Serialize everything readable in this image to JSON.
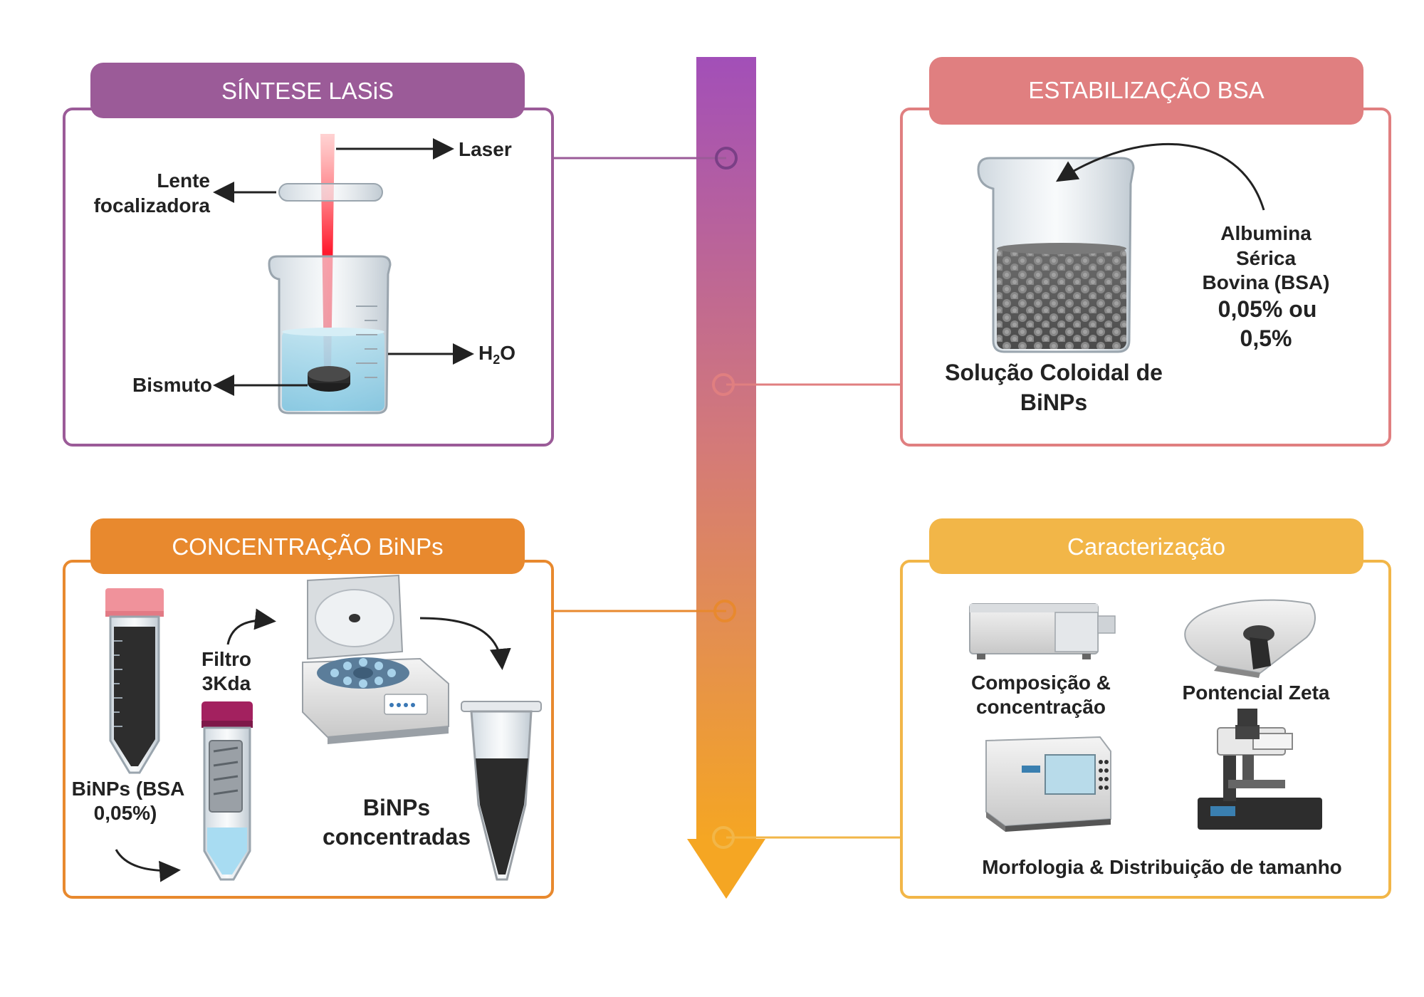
{
  "colors": {
    "purple": "#9b5b98",
    "salmon": "#e07f80",
    "orange": "#e8892e",
    "yellow": "#f2b648",
    "timeline_top": "#a24fb8",
    "timeline_bottom": "#f5a623"
  },
  "panels": {
    "synthesis": {
      "title": "SÍNTESE LASiS",
      "laser": "Laser",
      "lens_line1": "Lente",
      "lens_line2": "focalizadora",
      "water_main": "H",
      "water_sub": "2",
      "water_end": "O",
      "bismuth": "Bismuto"
    },
    "stabilization": {
      "title": "ESTABILIZAÇÃO BSA",
      "bsa_line1": "Albumina",
      "bsa_line2": "Sérica",
      "bsa_line3": "Bovina (BSA)",
      "bsa_line4": "0,05% ou",
      "bsa_line5": "0,5%",
      "colloid_line1": "Solução Coloidal de",
      "colloid_line2": "BiNPs"
    },
    "concentration": {
      "title": "CONCENTRAÇÃO BiNPs",
      "filter_line1": "Filtro",
      "filter_line2": "3Kda",
      "tube_line1": "BiNPs (BSA",
      "tube_line2": "0,05%)",
      "result_line1": "BiNPs",
      "result_line2": "concentradas"
    },
    "characterization": {
      "title": "Caracterização",
      "comp_line1": "Composição &",
      "comp_line2": "concentração",
      "zeta": "Pontencial Zeta",
      "morph": "Morfologia & Distribuição de tamanho"
    }
  },
  "icons": [
    "laser-beam-icon",
    "lens-icon",
    "beaker-icon",
    "bismuth-target-icon",
    "colloid-beaker-icon",
    "conical-tube-icon",
    "filter-tube-icon",
    "centrifuge-icon",
    "microtube-icon",
    "spectrophotometer-icon",
    "zeta-analyzer-icon",
    "electron-microscope-icon",
    "afm-microscope-icon"
  ]
}
